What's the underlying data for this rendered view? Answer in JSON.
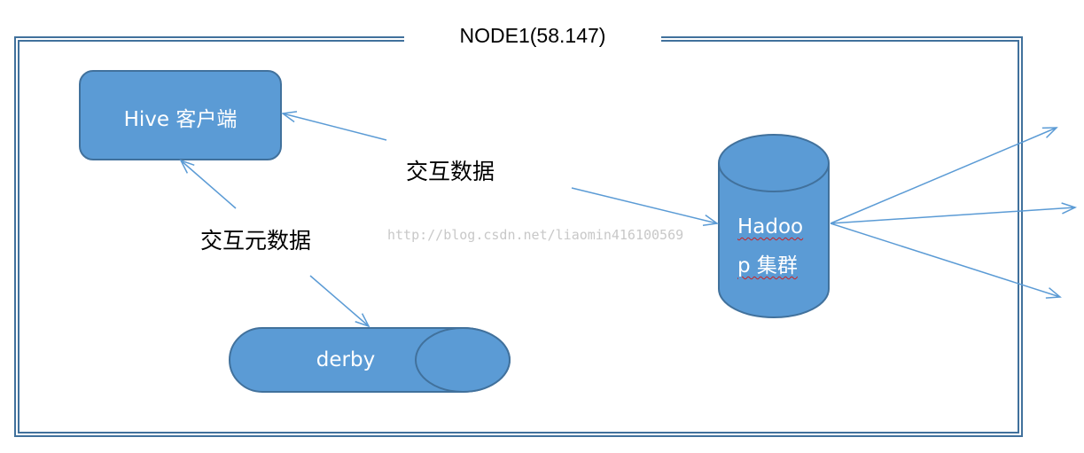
{
  "node": {
    "title": "NODE1(58.147)"
  },
  "hive": {
    "label": "Hive 客户端"
  },
  "derby": {
    "label": "derby"
  },
  "hadoop": {
    "line1": "Hadoo",
    "line2": "p 集群"
  },
  "labels": {
    "interaction_data": "交互数据",
    "interaction_metadata": "交互元数据"
  },
  "watermark": "http://blog.csdn.net/liaomin416100569",
  "colors": {
    "shape_fill": "#5b9bd5",
    "shape_stroke": "#41719c",
    "arrow": "#5b9bd5",
    "frame": "#41719c"
  }
}
